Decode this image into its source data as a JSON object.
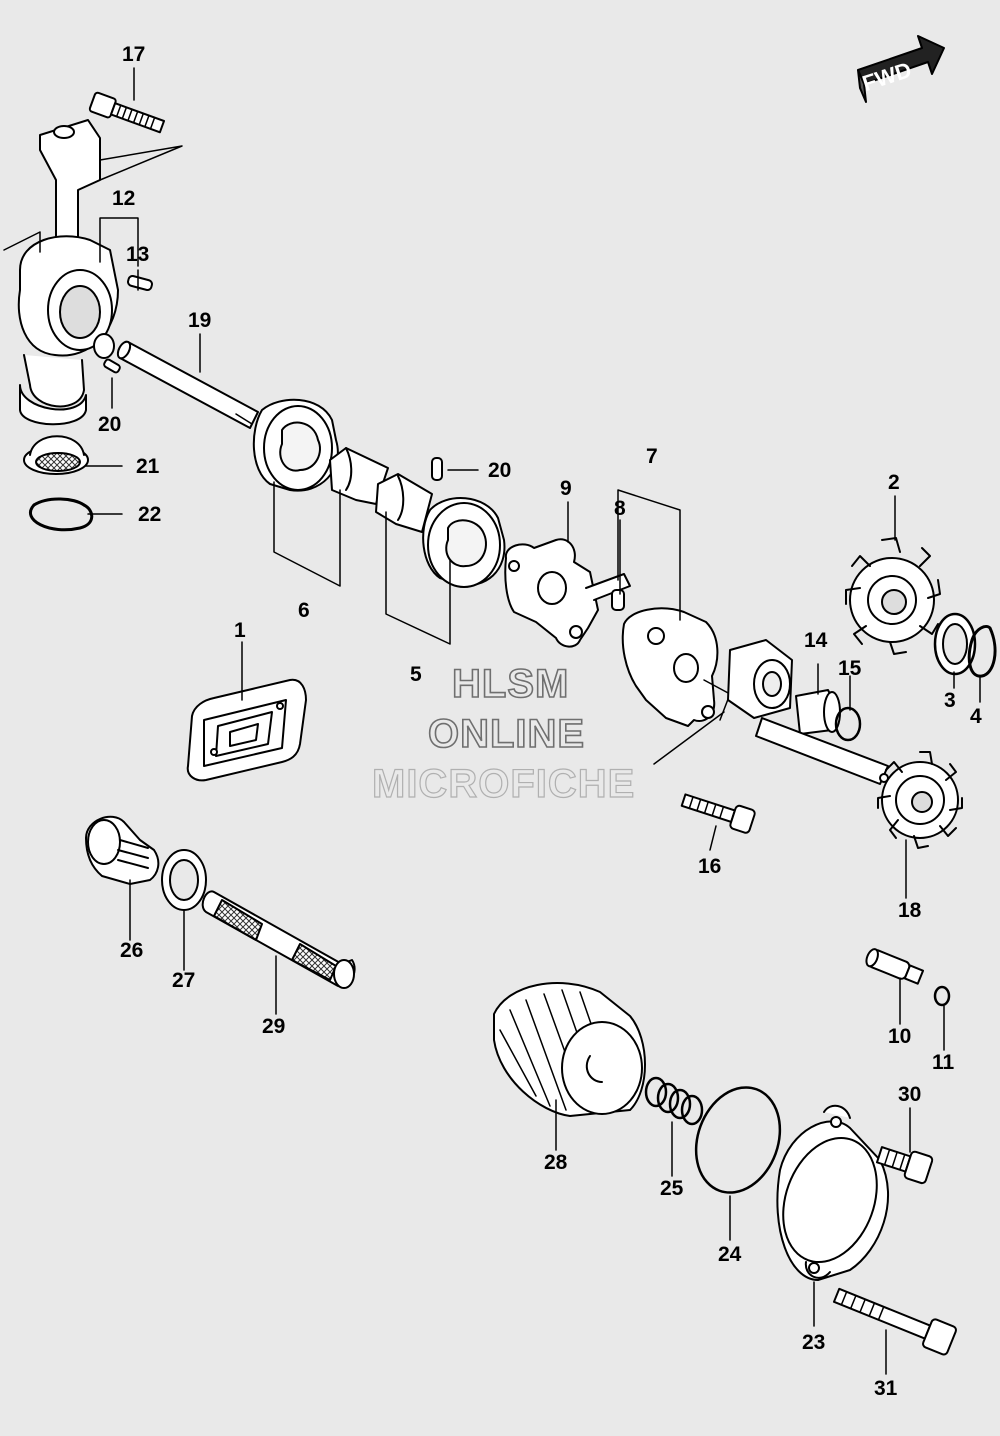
{
  "fwd_label": "FWD",
  "watermark": {
    "line1": "HLSM",
    "line2": "ONLINE",
    "line3": "MICROFICHE"
  },
  "callouts": [
    {
      "id": "c17",
      "text": "17"
    },
    {
      "id": "c12",
      "text": "12"
    },
    {
      "id": "c13",
      "text": "13"
    },
    {
      "id": "c19",
      "text": "19"
    },
    {
      "id": "c20a",
      "text": "20"
    },
    {
      "id": "c21",
      "text": "21"
    },
    {
      "id": "c22",
      "text": "22"
    },
    {
      "id": "c20b",
      "text": "20"
    },
    {
      "id": "c7",
      "text": "7"
    },
    {
      "id": "c9",
      "text": "9"
    },
    {
      "id": "c8",
      "text": "8"
    },
    {
      "id": "c2",
      "text": "2"
    },
    {
      "id": "c6",
      "text": "6"
    },
    {
      "id": "c1",
      "text": "1"
    },
    {
      "id": "c5",
      "text": "5"
    },
    {
      "id": "c14",
      "text": "14"
    },
    {
      "id": "c15",
      "text": "15"
    },
    {
      "id": "c3",
      "text": "3"
    },
    {
      "id": "c4",
      "text": "4"
    },
    {
      "id": "c16",
      "text": "16"
    },
    {
      "id": "c18",
      "text": "18"
    },
    {
      "id": "c26",
      "text": "26"
    },
    {
      "id": "c27",
      "text": "27"
    },
    {
      "id": "c29",
      "text": "29"
    },
    {
      "id": "c10",
      "text": "10"
    },
    {
      "id": "c11",
      "text": "11"
    },
    {
      "id": "c30",
      "text": "30"
    },
    {
      "id": "c28",
      "text": "28"
    },
    {
      "id": "c25",
      "text": "25"
    },
    {
      "id": "c24",
      "text": "24"
    },
    {
      "id": "c23",
      "text": "23"
    },
    {
      "id": "c31",
      "text": "31"
    }
  ]
}
